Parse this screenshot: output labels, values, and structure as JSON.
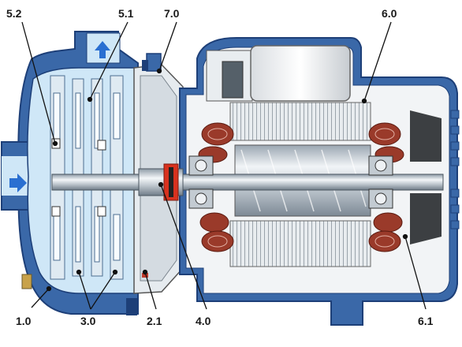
{
  "labels": {
    "l_5_2": "5.2",
    "l_5_1": "5.1",
    "l_7_0": "7.0",
    "l_6_0": "6.0",
    "l_1_0": "1.0",
    "l_3_0": "3.0",
    "l_2_1": "2.1",
    "l_4_0": "4.0",
    "l_6_1": "6.1"
  },
  "colors": {
    "casing_blue": "#3a68a8",
    "casing_dark": "#1d3f78",
    "water_light": "#cfe7f7",
    "metal_light": "#e6ebef",
    "metal_mid": "#b9c3cc",
    "winding_red": "#9a3a2a",
    "seal_red": "#d8321e",
    "arrow_blue": "#2a6fd1"
  },
  "icons": [
    "flow-arrow-up-icon",
    "flow-arrow-right-icon"
  ]
}
